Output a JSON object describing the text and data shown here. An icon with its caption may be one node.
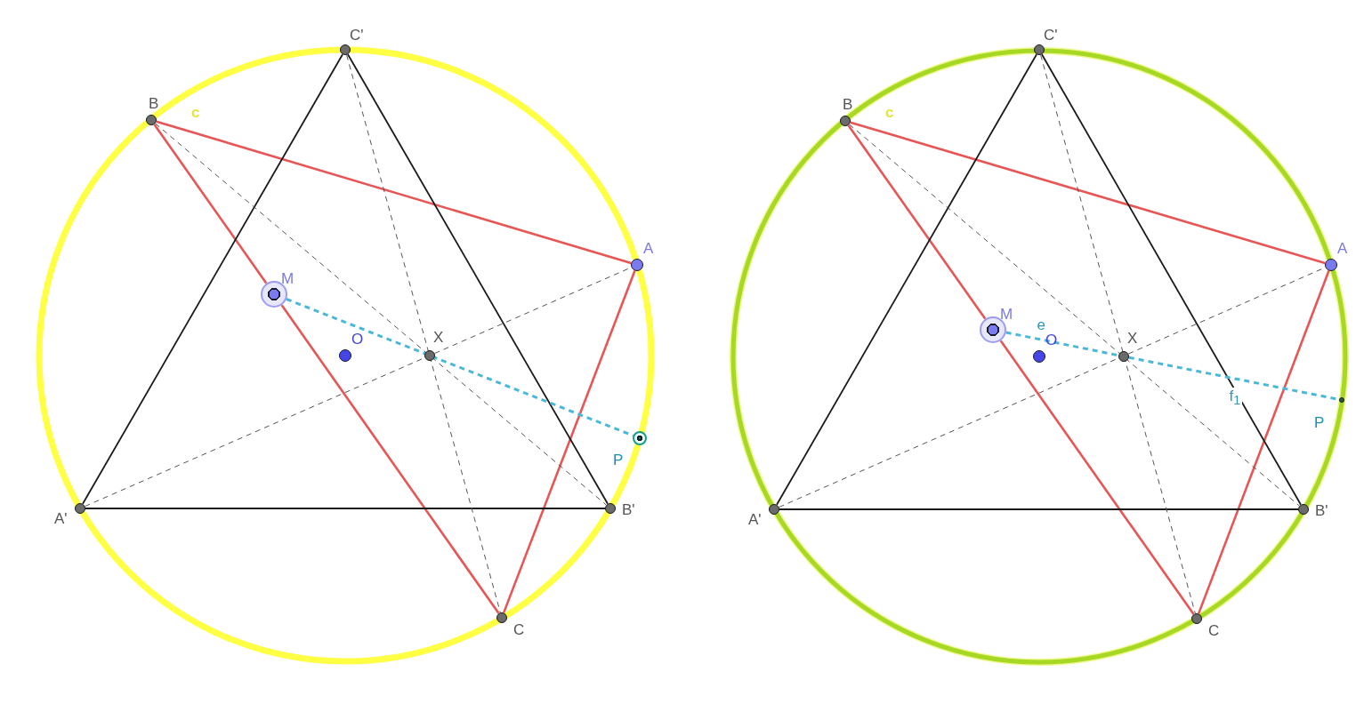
{
  "diagram": {
    "nodes": [
      {
        "text": [
          "C'"
        ]
      },
      {
        "text": [
          "B"
        ]
      },
      {
        "text": [
          "A"
        ]
      },
      {
        "text": [
          "M"
        ]
      },
      {
        "text": [
          "O"
        ]
      },
      {
        "text": [
          "X"
        ]
      },
      {
        "text": [
          "P"
        ]
      },
      {
        "text": [
          "A'"
        ]
      },
      {
        "text": [
          "B'"
        ]
      },
      {
        "text": [
          "C"
        ]
      },
      {
        "text": [
          "C'"
        ]
      },
      {
        "text": [
          "B"
        ]
      },
      {
        "text": [
          "A"
        ]
      },
      {
        "text": [
          "M"
        ]
      },
      {
        "text": [
          "O"
        ]
      },
      {
        "text": [
          "X"
        ]
      },
      {
        "text": [
          "P"
        ]
      },
      {
        "text": [
          "A'"
        ]
      },
      {
        "text": [
          "B'"
        ]
      },
      {
        "text": [
          "C"
        ]
      }
    ],
    "edges": [
      {
        "from": 1,
        "to": 2,
        "arrow": "none",
        "color": "#e85555"
      },
      {
        "from": 1,
        "to": 3,
        "arrow": "none",
        "color": "#e85555"
      },
      {
        "from": 3,
        "to": 9,
        "arrow": "none",
        "color": "#e85555"
      },
      {
        "from": 2,
        "to": 9,
        "arrow": "none",
        "color": "#e85555"
      },
      {
        "from": 0,
        "to": 7,
        "arrow": "none",
        "color": "#1a1a1a"
      },
      {
        "from": 0,
        "to": 8,
        "arrow": "none",
        "color": "#1a1a1a"
      },
      {
        "from": 7,
        "to": 8,
        "arrow": "none",
        "color": "#1a1a1a"
      },
      {
        "from": 1,
        "to": 8,
        "arrow": "none",
        "style": "dashed",
        "color": "#555555"
      },
      {
        "from": 0,
        "to": 9,
        "arrow": "none",
        "style": "dashed",
        "color": "#555555"
      },
      {
        "from": 7,
        "to": 2,
        "arrow": "none",
        "style": "dashed",
        "color": "#555555"
      },
      {
        "from": 3,
        "to": 6,
        "arrow": "none",
        "style": "dashed",
        "color": "#4ab8d8"
      },
      {
        "from": 11,
        "to": 12,
        "arrow": "none",
        "color": "#e85555"
      },
      {
        "from": 11,
        "to": 13,
        "arrow": "none",
        "color": "#e85555"
      },
      {
        "from": 13,
        "to": 19,
        "arrow": "none",
        "color": "#e85555"
      },
      {
        "from": 12,
        "to": 19,
        "arrow": "none",
        "color": "#e85555"
      },
      {
        "from": 10,
        "to": 17,
        "arrow": "none",
        "color": "#1a1a1a"
      },
      {
        "from": 10,
        "to": 18,
        "arrow": "none",
        "color": "#1a1a1a"
      },
      {
        "from": 17,
        "to": 18,
        "arrow": "none",
        "color": "#1a1a1a"
      },
      {
        "from": 11,
        "to": 18,
        "arrow": "none",
        "style": "dashed",
        "color": "#555555"
      },
      {
        "from": 10,
        "to": 19,
        "arrow": "none",
        "style": "dashed",
        "color": "#555555"
      },
      {
        "from": 17,
        "to": 12,
        "arrow": "none",
        "style": "dashed",
        "color": "#555555"
      },
      {
        "from": 13,
        "to": 15,
        "arrow": "none",
        "style": "dashed",
        "color": "#4ab8d8",
        "label": "e"
      },
      {
        "from": 15,
        "to": 16,
        "arrow": "none",
        "style": "dashed",
        "color": "#4ab8d8",
        "label": "f$_{1}$"
      }
    ],
    "labels": [
      "c",
      "c"
    ]
  }
}
